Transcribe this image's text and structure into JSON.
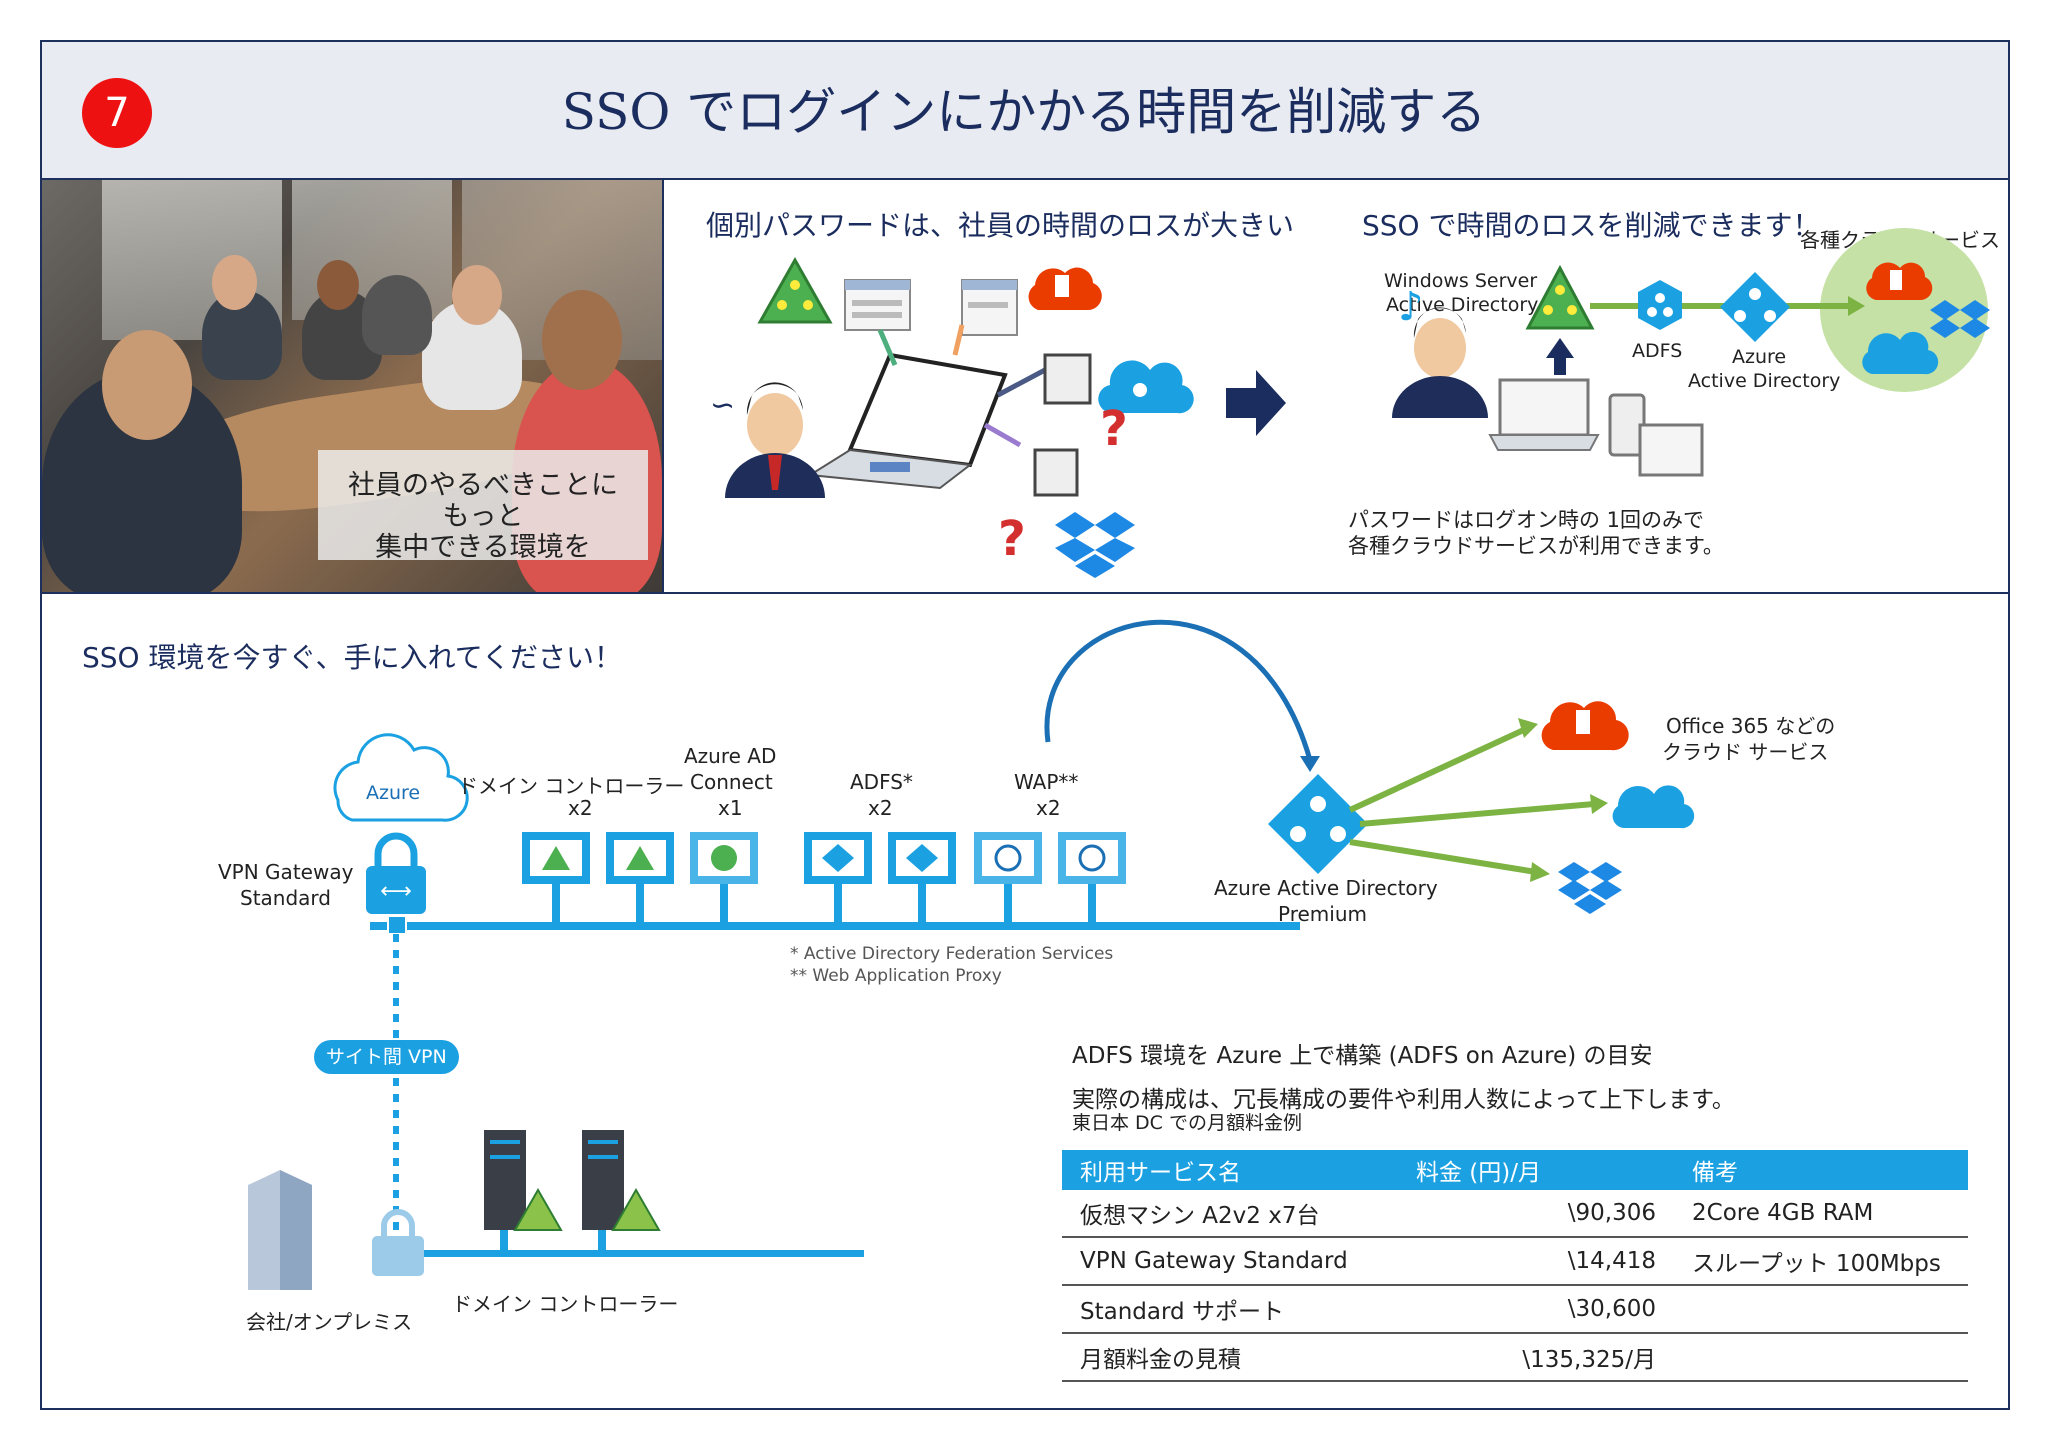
{
  "header": {
    "badge": "7",
    "title": "SSO でログインにかかる時間を削減する"
  },
  "photo": {
    "caption_lines": [
      "社員のやるべきことに",
      "もっと",
      "集中できる環境を"
    ]
  },
  "top_left": {
    "heading": "個別パスワードは、社員の時間のロスが大きい"
  },
  "top_right": {
    "heading": "SSO で時間のロスを削減できます！",
    "cloud_services": "各種クラウドサービス",
    "ad_label_1": "Windows Server",
    "ad_label_2": "Active Directory",
    "adfs": "ADFS",
    "aad_1": "Azure",
    "aad_2": "Active Directory",
    "note_1": "パスワードはログオン時の 1回のみで",
    "note_2": "各種クラウドサービスが利用できます。"
  },
  "bottom": {
    "heading": "SSO 環境を今すぐ、手に入れてください！",
    "azure": "Azure",
    "vpn_gw_1": "VPN Gateway",
    "vpn_gw_2": "Standard",
    "dc_label": "ドメイン コントローラー",
    "dc_count": "x2",
    "aadc_1": "Azure AD",
    "aadc_2": "Connect",
    "aadc_count": "x1",
    "adfs": "ADFS*",
    "adfs_count": "x2",
    "wap": "WAP**",
    "wap_count": "x2",
    "footnote_1": "* Active Directory Federation Services",
    "footnote_2": "** Web Application Proxy",
    "site_vpn": "サイト間 VPN",
    "onprem": "会社/オンプレミス",
    "onprem_dc": "ドメイン コントローラー",
    "aad_premium_1": "Azure Active Directory",
    "aad_premium_2": "Premium",
    "o365_1": "Office 365 などの",
    "o365_2": "クラウド サービス"
  },
  "estimate": {
    "title": "ADFS 環境を Azure 上で構築 (ADFS on Azure) の目安",
    "subtitle": "実際の構成は、冗長構成の要件や利用人数によって上下します。",
    "note": "東日本 DC での月額料金例",
    "columns": [
      "利用サービス名",
      "料金 (円)/月",
      "備考"
    ],
    "rows": [
      [
        "仮想マシン A2v2 x7台",
        "\\90,306",
        "2Core 4GB RAM"
      ],
      [
        "VPN Gateway Standard",
        "\\14,418",
        "スループット 100Mbps"
      ],
      [
        "Standard サポート",
        "\\30,600",
        ""
      ],
      [
        "月額料金の見積",
        "\\135,325/月",
        ""
      ]
    ]
  },
  "colors": {
    "navy": "#1d2f5c",
    "accent_blue": "#1ba1e2",
    "azure_blue": "#0078d7",
    "green": "#7cb342",
    "office_red": "#eb3c00"
  }
}
